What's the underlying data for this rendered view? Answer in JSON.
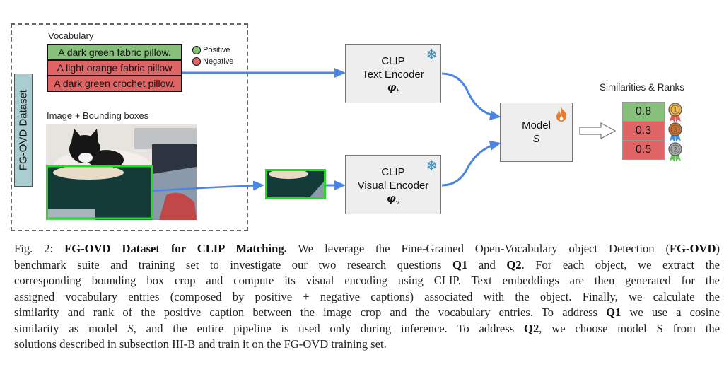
{
  "dataset_label": "FG-OVD Dataset",
  "vocabulary": {
    "title": "Vocabulary",
    "entries": [
      {
        "text": "A dark green fabric pillow.",
        "type": "positive",
        "color": "#86c07a"
      },
      {
        "text": "A light orange fabric pillow",
        "type": "negative",
        "color": "#e06464"
      },
      {
        "text": "A dark green crochet pillow.",
        "type": "negative",
        "color": "#e06464"
      }
    ]
  },
  "legend": {
    "positive": {
      "label": "Positive",
      "color": "#86c07a"
    },
    "negative": {
      "label": "Negative",
      "color": "#e06464"
    }
  },
  "image_section": {
    "title": "Image + Bounding boxes",
    "bbox_color": "#22dd22"
  },
  "text_encoder": {
    "line1": "CLIP",
    "line2": "Text Encoder",
    "symbol": "φ",
    "subscript": "t",
    "icon": "snowflake-icon"
  },
  "visual_encoder": {
    "line1": "CLIP",
    "line2": "Visual Encoder",
    "symbol": "φ",
    "subscript": "v",
    "icon": "snowflake-icon"
  },
  "model": {
    "line1": "Model",
    "line2": "S",
    "icon": "fire-icon"
  },
  "similarities": {
    "title": "Similarities & Ranks",
    "rows": [
      {
        "value": "0.8",
        "type": "positive",
        "rank": "1",
        "medal": "gold"
      },
      {
        "value": "0.3",
        "type": "negative",
        "rank": "3",
        "medal": "bronze"
      },
      {
        "value": "0.5",
        "type": "negative",
        "rank": "2",
        "medal": "silver"
      }
    ]
  },
  "arrow_color": "#4a86e8",
  "caption": {
    "lines": [
      [
        "Fig. 2: ",
        "**FG-OVD Dataset for CLIP Matching.**",
        " We leverage the Fine-Grained Open-Vocabulary object Detection (",
        "**FG-OVD**",
        ")"
      ],
      [
        "benchmark suite and training set to investigate our two research questions ",
        "**Q1**",
        " and ",
        "**Q2**",
        ". For each object, we extract the"
      ],
      [
        "corresponding bounding box crop and compute its visual encoding using CLIP. Text embeddings are then generated for the"
      ],
      [
        "assigned vocabulary entries (composed by positive + negative captions) associated with the object. Finally, we calculate the"
      ],
      [
        "similarity and rank of the positive caption between the image crop and the vocabulary entries. To address ",
        "**Q1**",
        " we use a cosine"
      ],
      [
        "similarity as model ",
        "*S*",
        ", and the entire pipeline is used only during inference. To address ",
        "**Q2**",
        ", we choose model S from the"
      ],
      [
        "solutions described in subsection III-B and train it on the FG-OVD training set."
      ]
    ]
  }
}
